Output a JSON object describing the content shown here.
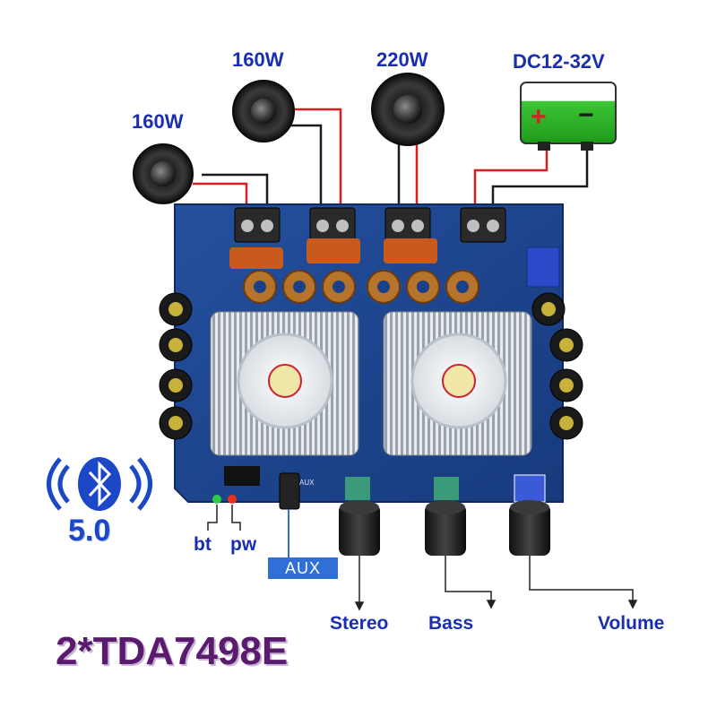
{
  "labels": {
    "speaker_left": "160W",
    "speaker_mid": "160W",
    "speaker_sub": "220W",
    "power": "DC12-32V",
    "power_plus": "+",
    "power_minus": "−",
    "bluetooth_version": "5.0",
    "led_bt": "bt",
    "led_pw": "pw",
    "aux": "AUX",
    "knob_stereo": "Stereo",
    "knob_bass": "Bass",
    "knob_volume": "Volume",
    "product": "2*TDA7498E",
    "board_aux": "AUX"
  },
  "colors": {
    "board": "#1c3f8a",
    "label_blue": "#1a2fb0",
    "title_purple": "#5a1a6e",
    "wire_red": "#d81e1e",
    "wire_black": "#1a1a1a",
    "battery_green": "#2fbf2a",
    "aux_box": "#2f6fd6"
  },
  "icons": {
    "bluetooth": "bluetooth-icon",
    "speaker": "speaker-icon",
    "battery": "battery-icon"
  }
}
